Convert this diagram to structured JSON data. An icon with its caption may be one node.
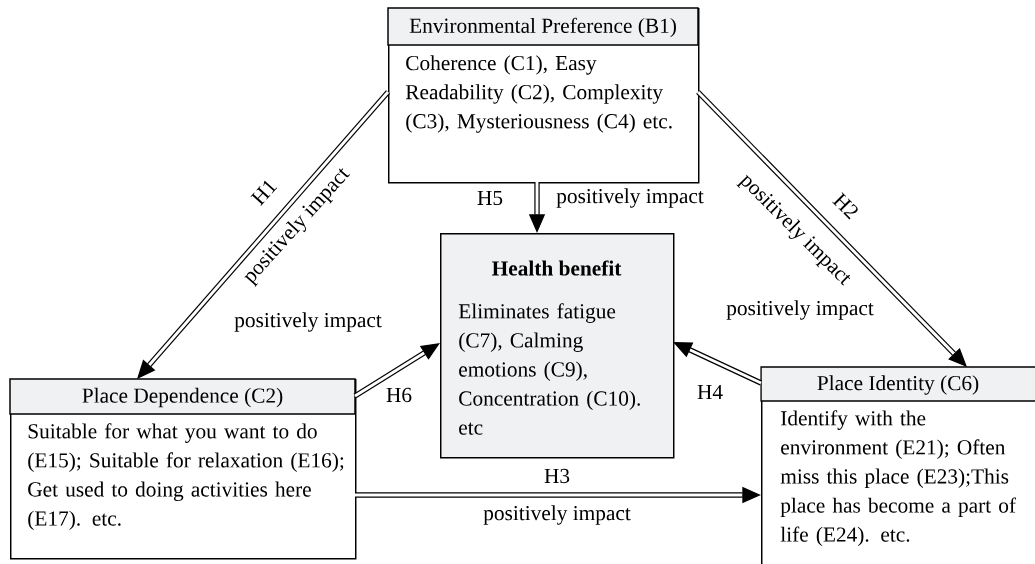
{
  "diagram": {
    "nodes": [
      {
        "text": [
          "Environmental Preference (B1)",
          "Coherence (C1), Easy Readability (C2), Complexity (C3), Mysteriousness (C4) etc."
        ]
      },
      {
        "text": [
          "Health benefit",
          "Eliminates fatigue (C7), Calming emotions (C9), Concentration (C10). etc"
        ]
      },
      {
        "text": [
          "Place Dependence (C2)",
          "Suitable for what you want to do (E15); Suitable for relaxation (E16); Get used to doing activities here (E17). etc."
        ]
      },
      {
        "text": [
          "Place Identity (C6)",
          "Identify with the environment (E21); Often miss this place (E23);This place has become a part of life (E24). etc."
        ]
      }
    ],
    "edges": [
      {
        "from": 0,
        "to": 2,
        "arrow": "to",
        "label": "H1"
      },
      {
        "from": 0,
        "to": 3,
        "arrow": "to",
        "label": "H2"
      },
      {
        "from": 0,
        "to": 1,
        "arrow": "to",
        "label": "H5"
      },
      {
        "from": 2,
        "to": 1,
        "arrow": "to",
        "label": "H6"
      },
      {
        "from": 3,
        "to": 1,
        "arrow": "to",
        "label": "H4"
      },
      {
        "from": 2,
        "to": 3,
        "arrow": "to",
        "label": "H3"
      }
    ],
    "labels": [
      "positively impact",
      "positively impact",
      "positively impact",
      "positively impact",
      "positively impact",
      "positively impact"
    ]
  }
}
